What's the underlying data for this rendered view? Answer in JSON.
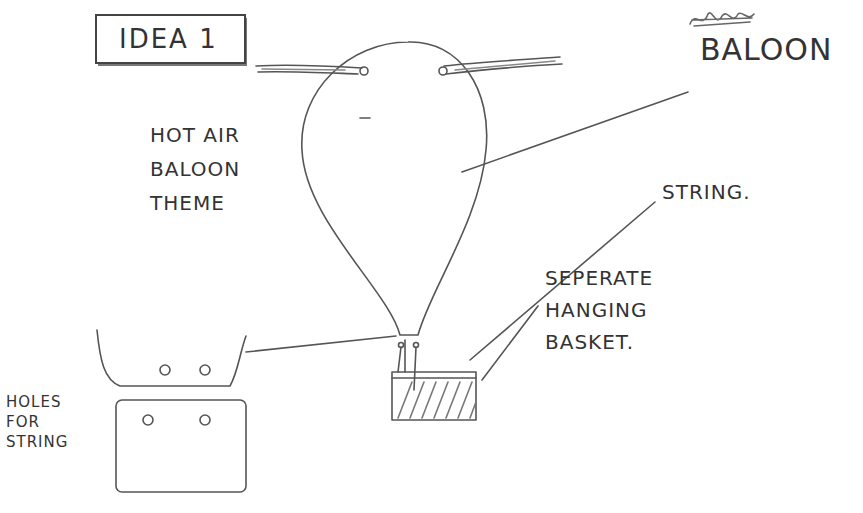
{
  "diagram": {
    "nodes": [
      {
        "text": [
          "IDEA 1"
        ]
      }
    ],
    "labels": [
      "BALOON",
      "HOT AIR BALOON THEME",
      "STRING.",
      "SEPERATE HANGING BASKET.",
      "HOLES FOR STRING"
    ]
  }
}
